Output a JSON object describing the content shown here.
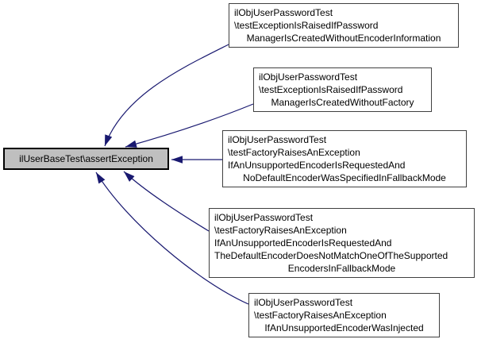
{
  "diagram": {
    "type": "caller-graph",
    "background_color": "#ffffff",
    "edge_color": "#191970",
    "center_node": {
      "id": "assertException",
      "label": "ilUserBaseTest\\assertException",
      "fill_color": "#bfbfbf",
      "border_color": "#000000"
    },
    "caller_nodes": [
      {
        "id": "c1",
        "lines": [
          "ilObjUserPasswordTest",
          "\\testExceptionIsRaisedIfPassword",
          "ManagerIsCreatedWithoutEncoderInformation"
        ]
      },
      {
        "id": "c2",
        "lines": [
          "ilObjUserPasswordTest",
          "\\testExceptionIsRaisedIfPassword",
          "ManagerIsCreatedWithoutFactory"
        ]
      },
      {
        "id": "c3",
        "lines": [
          "ilObjUserPasswordTest",
          "\\testFactoryRaisesAnException",
          "IfAnUnsupportedEncoderIsRequestedAnd",
          "NoDefaultEncoderWasSpecifiedInFallbackMode"
        ]
      },
      {
        "id": "c4",
        "lines": [
          "ilObjUserPasswordTest",
          "\\testFactoryRaisesAnException",
          "IfAnUnsupportedEncoderIsRequestedAnd",
          "TheDefaultEncoderDoesNotMatchOneOfTheSupported",
          "EncodersInFallbackMode"
        ]
      },
      {
        "id": "c5",
        "lines": [
          "ilObjUserPasswordTest",
          "\\testFactoryRaisesAnException",
          "IfAnUnsupportedEncoderWasInjected"
        ]
      }
    ],
    "edges": [
      {
        "from": "c1",
        "to": "assertException"
      },
      {
        "from": "c2",
        "to": "assertException"
      },
      {
        "from": "c3",
        "to": "assertException"
      },
      {
        "from": "c4",
        "to": "assertException"
      },
      {
        "from": "c5",
        "to": "assertException"
      }
    ]
  }
}
